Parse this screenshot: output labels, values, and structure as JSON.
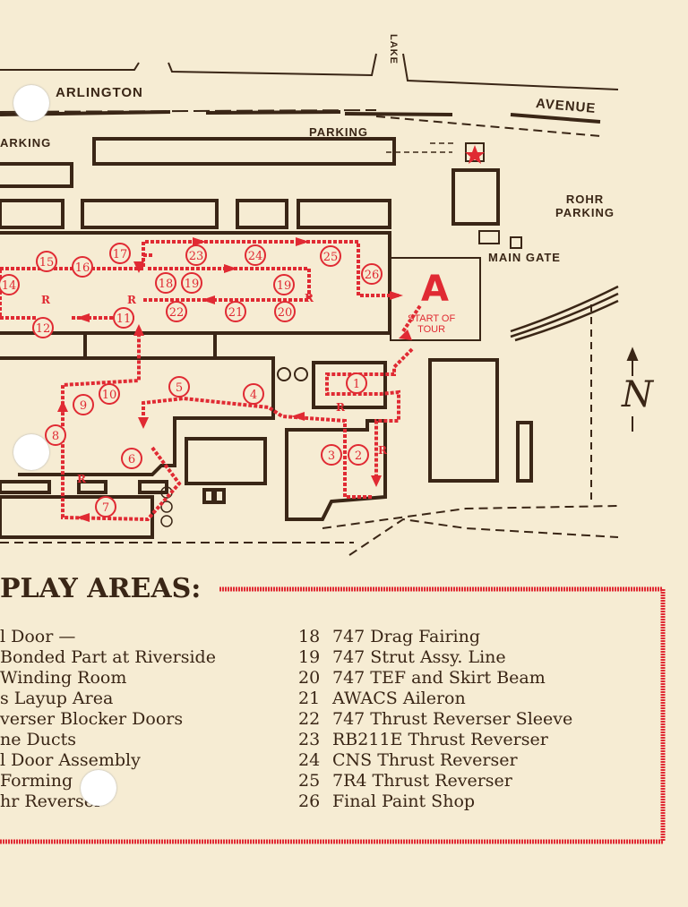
{
  "streets": {
    "arlington": "ARLINGTON",
    "avenue": "AVENUE",
    "lake": "LAKE"
  },
  "labels": {
    "parking_left": "ARKING",
    "parking_top": "PARKING",
    "rohr_parking": "ROHR\nPARKING",
    "main_gate": "MAIN GATE",
    "start_letter": "A",
    "start_text": "START OF\nTOUR",
    "restroom": "R",
    "north": "N"
  },
  "stops": [
    {
      "n": "1"
    },
    {
      "n": "2"
    },
    {
      "n": "3"
    },
    {
      "n": "4"
    },
    {
      "n": "5"
    },
    {
      "n": "6"
    },
    {
      "n": "7"
    },
    {
      "n": "8"
    },
    {
      "n": "9"
    },
    {
      "n": "10"
    },
    {
      "n": "11"
    },
    {
      "n": "12"
    },
    {
      "n": "14"
    },
    {
      "n": "15"
    },
    {
      "n": "16"
    },
    {
      "n": "17"
    },
    {
      "n": "18"
    },
    {
      "n": "19"
    },
    {
      "n": "19"
    },
    {
      "n": "20"
    },
    {
      "n": "21"
    },
    {
      "n": "22"
    },
    {
      "n": "23"
    },
    {
      "n": "24"
    },
    {
      "n": "25"
    },
    {
      "n": "26"
    }
  ],
  "legend": {
    "title": "PLAY AREAS:",
    "left": [
      "l Door —",
      "Bonded Part at Riverside",
      "Winding Room",
      "s Layup Area",
      "verser Blocker Doors",
      "ne Ducts",
      "l Door Assembly",
      "Forming",
      "hr   Reverser"
    ],
    "right": [
      {
        "num": "18",
        "name": "747 Drag Fairing"
      },
      {
        "num": "19",
        "name": "747 Strut Assy. Line"
      },
      {
        "num": "20",
        "name": "747 TEF and Skirt Beam"
      },
      {
        "num": "21",
        "name": "AWACS Aileron"
      },
      {
        "num": "22",
        "name": "747 Thrust Reverser Sleeve"
      },
      {
        "num": "23",
        "name": "RB211E Thrust Reverser"
      },
      {
        "num": "24",
        "name": "CNS Thrust Reverser"
      },
      {
        "num": "25",
        "name": "7R4 Thrust Reverser"
      },
      {
        "num": "26",
        "name": "Final Paint Shop"
      }
    ]
  },
  "colors": {
    "ink": "#3a2616",
    "route": "#e02a33",
    "paper": "#f6ecd3"
  }
}
